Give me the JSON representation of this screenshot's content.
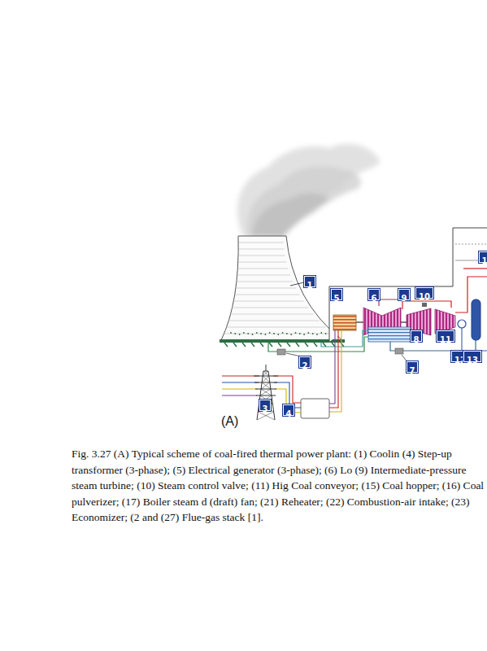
{
  "diagram": {
    "caption": "Fig. 3.27 (A) Typical scheme of coal-fired thermal power plant: (1) Coolin (4) Step-up transformer (3-phase); (5) Electrical generator (3-phase); (6) Lo (9) Intermediate-pressure steam turbine; (10) Steam control valve; (11) Hig Coal conveyor; (15) Coal hopper; (16) Coal pulverizer; (17) Boiler steam d (draft) fan; (21) Reheater; (22) Combustion-air intake; (23) Economizer; (2 and (27) Flue-gas stack [1].",
    "nodes": [
      {
        "text": [
          "1"
        ]
      },
      {
        "text": [
          "1"
        ]
      },
      {
        "text": [
          "10"
        ]
      },
      {
        "text": [
          "5"
        ]
      },
      {
        "text": [
          "6"
        ]
      },
      {
        "text": [
          "9"
        ]
      },
      {
        "text": [
          "8"
        ]
      },
      {
        "text": [
          "11"
        ]
      },
      {
        "text": [
          "12"
        ]
      },
      {
        "text": [
          "13"
        ]
      },
      {
        "text": [
          "2"
        ]
      },
      {
        "text": [
          "7"
        ]
      },
      {
        "text": [
          "3"
        ]
      },
      {
        "text": [
          "4"
        ]
      }
    ],
    "labels": [
      "(A)"
    ]
  }
}
